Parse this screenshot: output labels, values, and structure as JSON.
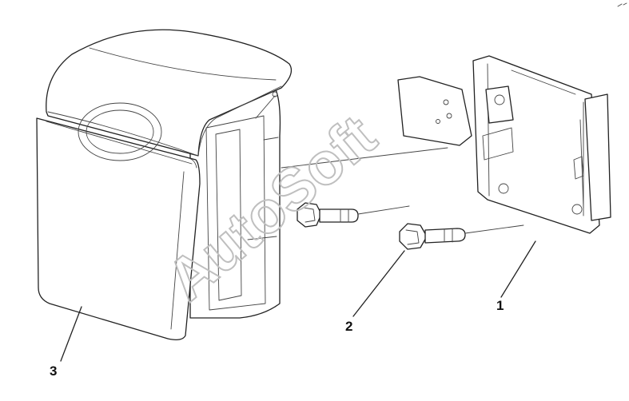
{
  "watermark": "AutoSoft",
  "callouts": {
    "bracket": "1",
    "bolt": "2",
    "cover": "3"
  },
  "colors": {
    "line": "#222222",
    "watermark": "#bfbfbf",
    "background": "#ffffff"
  }
}
